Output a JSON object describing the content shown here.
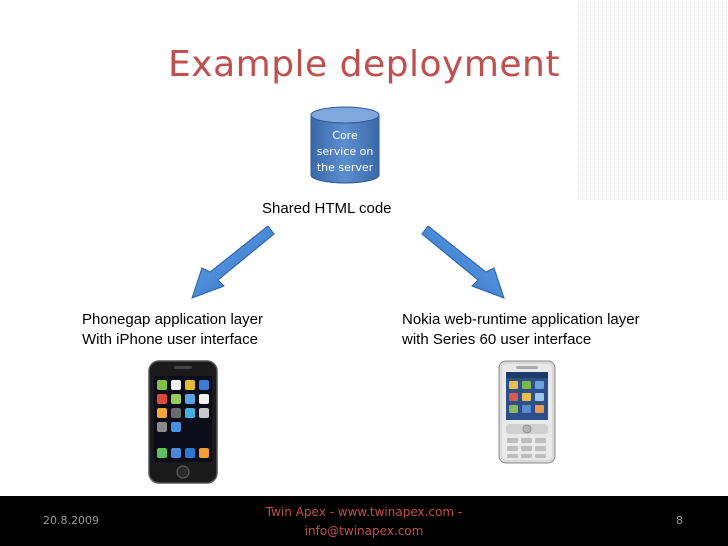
{
  "title": "Example deployment",
  "server": {
    "line1": "Core",
    "line2": "service on",
    "line3": "the server"
  },
  "shared_label": "Shared HTML code",
  "left": {
    "line1": "Phonegap application layer",
    "line2": "With iPhone user interface",
    "image_icon": "iphone-icon"
  },
  "right": {
    "line1": "Nokia web-runtime application layer",
    "line2": "with Series 60 user interface",
    "image_icon": "nokia-phone-icon"
  },
  "footer": {
    "date": "20.8.2009",
    "line1": "Twin Apex - www.twinapex.com -",
    "line2": "info@twinapex.com",
    "page": "8"
  },
  "colors": {
    "title": "#c0504d",
    "cylinder": "#4f81bd",
    "arrow": "#3b7fd4",
    "footer_bg": "#000000"
  }
}
